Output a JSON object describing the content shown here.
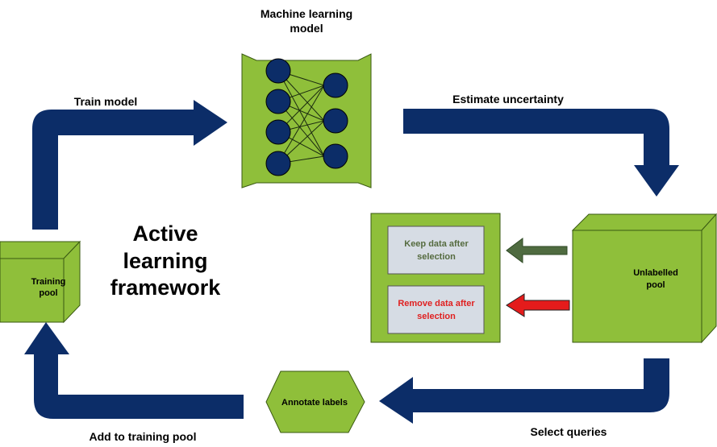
{
  "colors": {
    "arrow": "#0c2d68",
    "green": "#8fbf3a",
    "green_stroke": "#3a5a12",
    "node": "#0c2d68",
    "box_gray": "#d6dce4",
    "keep_text": "#556b3f",
    "remove_text": "#e02020",
    "keep_arrow": "#4f6b40",
    "remove_arrow": "#e41b1b"
  },
  "title": {
    "lines": [
      "Active",
      "learning",
      "framework"
    ]
  },
  "model": {
    "label_lines": [
      "Machine learning",
      "model"
    ],
    "icon": "neural-network-icon"
  },
  "labels": {
    "train_model": "Train model",
    "estimate_uncertainty": "Estimate uncertainty",
    "select_queries": "Select queries",
    "add_to_training_pool": "Add to training pool"
  },
  "training_pool": {
    "lines": [
      "Training",
      "pool"
    ]
  },
  "unlabelled_pool": {
    "lines": [
      "Unlabelled",
      "pool"
    ]
  },
  "annotate": {
    "label": "Annotate labels"
  },
  "selection": {
    "keep": {
      "lines": [
        "Keep data after",
        "selection"
      ]
    },
    "remove": {
      "lines": [
        "Remove data after",
        "selection"
      ]
    }
  }
}
